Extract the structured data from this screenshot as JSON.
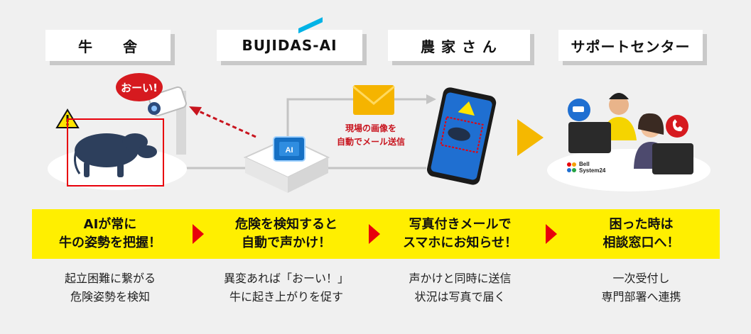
{
  "stages": [
    {
      "label": "牛　　舎"
    },
    {
      "label": "BUJIDAS-AI"
    },
    {
      "label": "農 家 さ ん"
    },
    {
      "label": "サポートセンター"
    }
  ],
  "scene": {
    "speech_bubble": "おーい!",
    "email_line1": "現場の画像を",
    "email_line2": "自動でメール送信",
    "chip_label": "AI",
    "brand_line1": "Bell",
    "brand_line2": "System24"
  },
  "band": [
    {
      "line1": "AIが常に",
      "line2": "牛の姿勢を把握！"
    },
    {
      "line1": "危険を検知すると",
      "line2": "自動で声かけ！"
    },
    {
      "line1": "写真付きメールで",
      "line2": "スマホにお知らせ！"
    },
    {
      "line1": "困った時は",
      "line2": "相談窓口へ！"
    }
  ],
  "notes": [
    {
      "line1": "起立困難に繋がる",
      "line2": "危険姿勢を検知"
    },
    {
      "line1": "異変あれば「おーい！」",
      "line2": "牛に起き上がりを促す"
    },
    {
      "line1": "声かけと同時に送信",
      "line2": "状況は写真で届く"
    },
    {
      "line1": "一次受付し",
      "line2": "専門部署へ連携"
    }
  ],
  "colors": {
    "band": "#ffef00",
    "arrow": "#e8000b",
    "alert_red": "#d61a1f",
    "envelope": "#f5b400",
    "cow": "#2d3f5c"
  }
}
